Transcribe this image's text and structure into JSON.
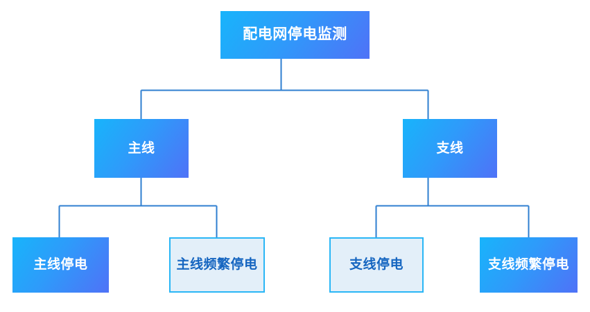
{
  "diagram": {
    "type": "org-tree",
    "title": "配电网停电监测",
    "root": {
      "label": "配电网停电监测",
      "style": "filled"
    },
    "level2": [
      {
        "label": "主线",
        "style": "filled"
      },
      {
        "label": "支线",
        "style": "filled"
      }
    ],
    "level3": [
      {
        "label": "主线停电",
        "style": "filled"
      },
      {
        "label": "主线频繁停电",
        "style": "outline"
      },
      {
        "label": "支线停电",
        "style": "outline"
      },
      {
        "label": "支线频繁停电",
        "style": "filled"
      }
    ],
    "colors": {
      "gradient_start": "#18b4fb",
      "gradient_mid": "#2e9bfa",
      "gradient_end": "#4f72f7",
      "outline_fill": "#e3eff9",
      "outline_border": "#29b6f6",
      "outline_text": "#1565c0",
      "connector": "#2f7fd0",
      "background": "#ffffff",
      "filled_text": "#ffffff"
    }
  }
}
